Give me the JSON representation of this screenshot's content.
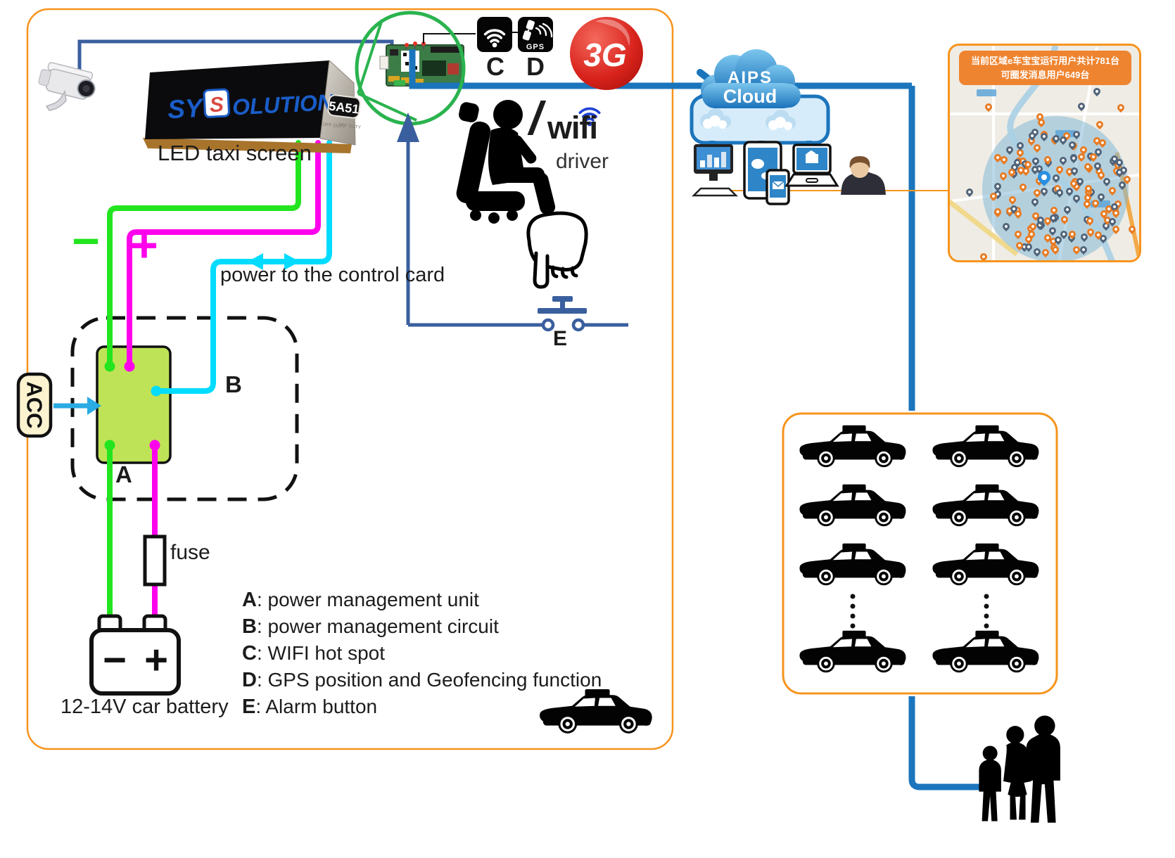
{
  "screen": {
    "brand_prefix": "SY",
    "brand_mid": "S",
    "brand_suffix": "OLUTION",
    "model": "5A51",
    "cap_label_left": "OFF DUTY",
    "cap_label_right": "OFF DUTY",
    "caption": "LED taxi screen"
  },
  "wiring": {
    "minus": "−",
    "plus": "+",
    "acc": "ACC",
    "power_note": "power to the control card",
    "point_a": "A",
    "point_b": "B",
    "point_e": "E",
    "fuse": "fuse",
    "battery": "12-14V car battery",
    "battery_minus": "−",
    "battery_plus": "+"
  },
  "modules": {
    "wifi_key": "C",
    "gps_key": "D",
    "gps_text": "GPS",
    "network": "3G"
  },
  "driver": {
    "slash": "/",
    "wifi": "wifi",
    "label": "driver"
  },
  "cloud": {
    "line1": "AIPS",
    "line2": "Cloud"
  },
  "map": {
    "banner_line1": "当前区域e车宝宝运行用户共计781台",
    "banner_line2": "可圈发消息用户649台"
  },
  "legend": {
    "items": [
      {
        "key": "A",
        "text": "power management unit"
      },
      {
        "key": "B",
        "text": "power management circuit"
      },
      {
        "key": "C",
        "text": "WIFI hot spot"
      },
      {
        "key": "D",
        "text": "GPS position and Geofencing function"
      },
      {
        "key": "E",
        "text": "Alarm button"
      }
    ]
  },
  "colors": {
    "accent_orange": "#f7941d",
    "wire_green": "#22e51f",
    "wire_magenta": "#ff00ec",
    "wire_cyan": "#00dcff",
    "line_blue": "#1b75bc",
    "line_navy": "#3a5f9e",
    "callout_green": "#2ab34e",
    "pin_orange": "#e87b22",
    "pin_gray": "#51647a"
  }
}
